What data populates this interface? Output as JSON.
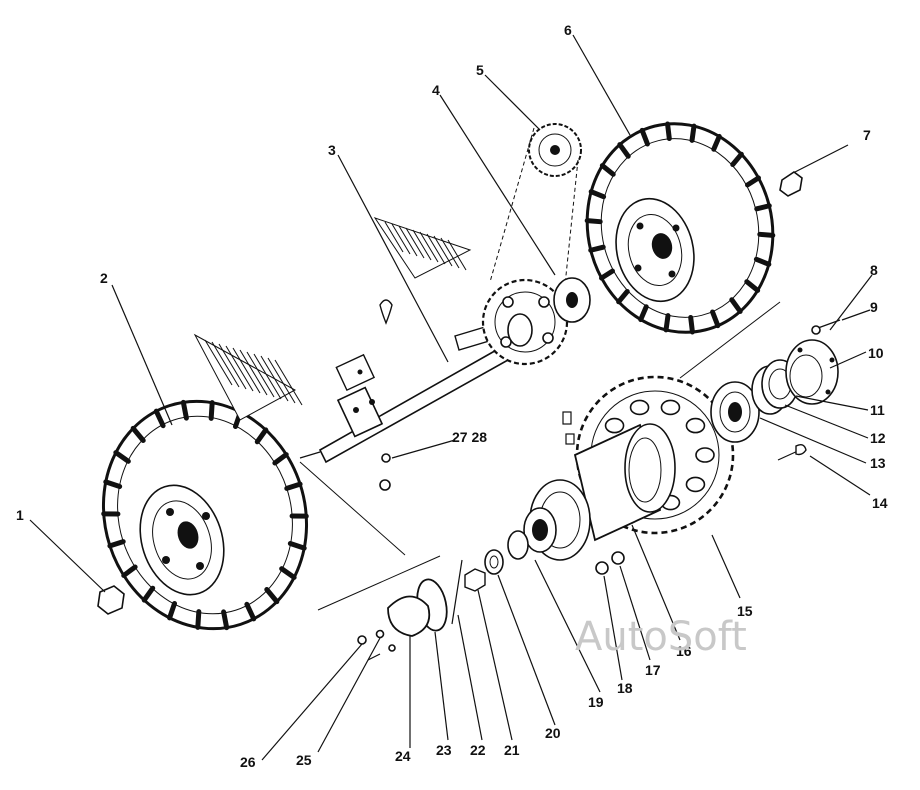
{
  "callouts": [
    {
      "id": "c1",
      "text": "1"
    },
    {
      "id": "c2",
      "text": "2"
    },
    {
      "id": "c3",
      "text": "3"
    },
    {
      "id": "c4",
      "text": "4"
    },
    {
      "id": "c5",
      "text": "5"
    },
    {
      "id": "c6",
      "text": "6"
    },
    {
      "id": "c7",
      "text": "7"
    },
    {
      "id": "c8",
      "text": "8"
    },
    {
      "id": "c9",
      "text": "9"
    },
    {
      "id": "c10",
      "text": "10"
    },
    {
      "id": "c11",
      "text": "11"
    },
    {
      "id": "c12",
      "text": "12"
    },
    {
      "id": "c13",
      "text": "13"
    },
    {
      "id": "c14",
      "text": "14"
    },
    {
      "id": "c15",
      "text": "15"
    },
    {
      "id": "c16",
      "text": "16"
    },
    {
      "id": "c17",
      "text": "17"
    },
    {
      "id": "c18",
      "text": "18"
    },
    {
      "id": "c19",
      "text": "19"
    },
    {
      "id": "c20",
      "text": "20"
    },
    {
      "id": "c21",
      "text": "21"
    },
    {
      "id": "c22",
      "text": "22"
    },
    {
      "id": "c23",
      "text": "23"
    },
    {
      "id": "c24",
      "text": "24"
    },
    {
      "id": "c25",
      "text": "25"
    },
    {
      "id": "c26",
      "text": "26"
    },
    {
      "id": "c2728",
      "text": "27 28"
    }
  ],
  "watermark": "AutoSoft"
}
